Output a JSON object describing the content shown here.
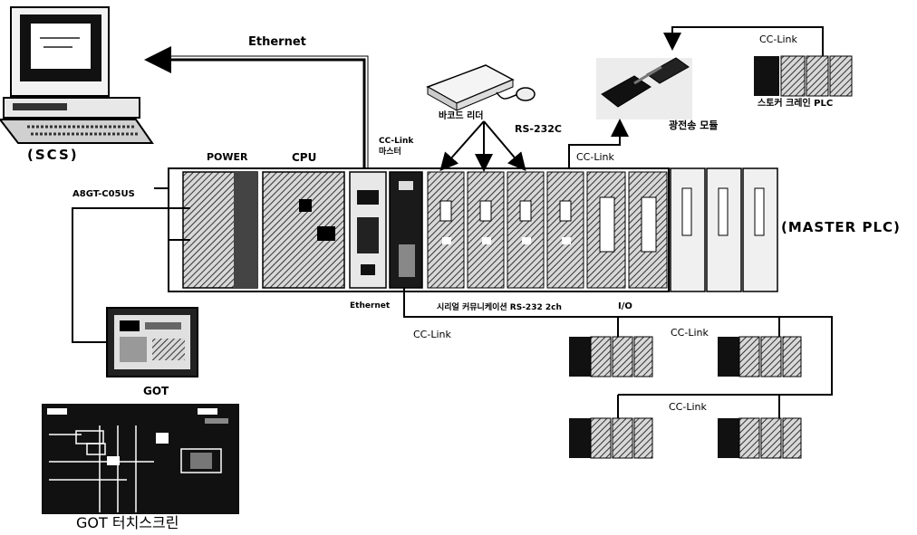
{
  "labels": {
    "ethernet_top": "Ethernet",
    "scs": "(SCS)",
    "power": "POWER",
    "cpu": "CPU",
    "cclink_master": "CC-Link\n마스터",
    "barcode_reader": "바코드 리더",
    "rs232c": "RS-232C",
    "optical_module": "광전송 모듈",
    "cclink_top_right": "CC-Link",
    "conveyor_plc": "스토커 크레인 PLC",
    "cclink_mid": "CC-Link",
    "a8gt_cable": "A8GT-C05US",
    "master_plc": "(MASTER PLC)",
    "ethernet_bottom": "Ethernet",
    "serial_module": "시리얼 커뮤니케이션 RS-232 2ch",
    "io": "I/O",
    "cclink_bottom": "CC-Link",
    "cclink_remote1": "CC-Link",
    "cclink_remote2": "CC-Link",
    "got": "GOT",
    "got_touchscreen": "GOT 터치스크린"
  },
  "colors": {
    "line": "#000000",
    "module": "#2a2a2a",
    "panel": "#f0f0f0"
  }
}
